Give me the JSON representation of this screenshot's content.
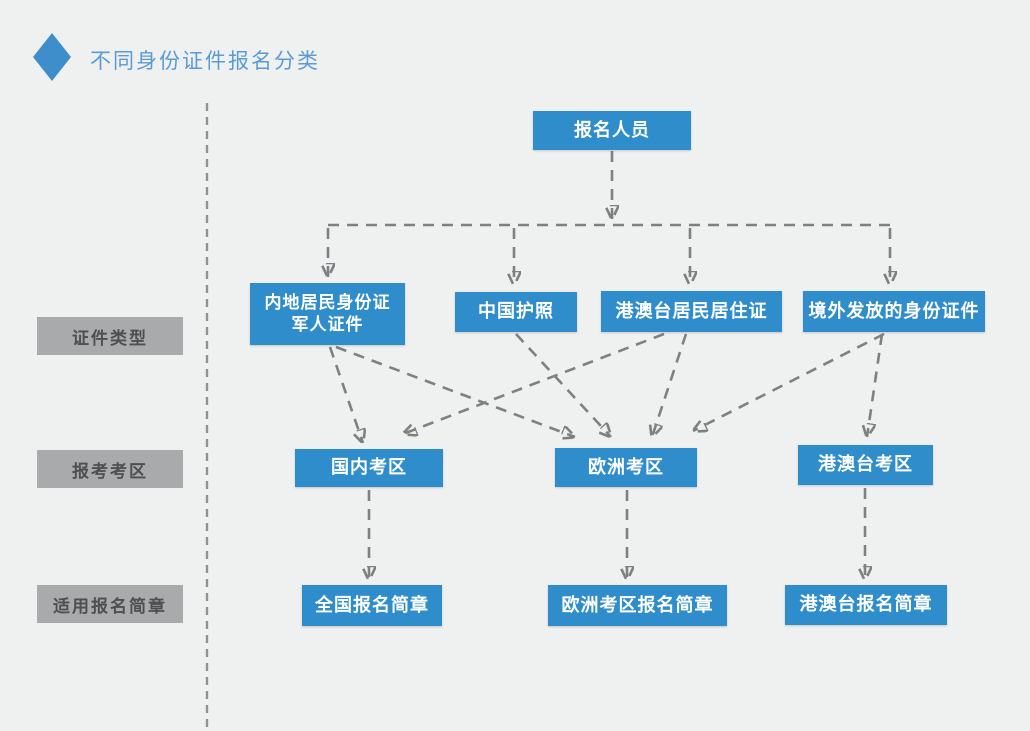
{
  "title": "不同身份证件报名分类",
  "colors": {
    "background": "#eff1f0",
    "node_blue": "#2f8dcc",
    "title_blue": "#5b9bd5",
    "category_gray": "#a9aaab",
    "connector_gray": "#7e8083"
  },
  "category_labels": {
    "certificate_type": "证件类型",
    "exam_zone": "报考考区",
    "applicable_guide": "适用报名简章"
  },
  "nodes": {
    "applicant": "报名人员",
    "mainland_id_line1": "内地居民身份证",
    "mainland_id_line2": "军人证件",
    "china_passport": "中国护照",
    "hmt_residence_permit": "港澳台居民居住证",
    "overseas_id": "境外发放的身份证件",
    "domestic_zone": "国内考区",
    "europe_zone": "欧洲考区",
    "hmt_zone": "港澳台考区",
    "national_guide": "全国报名简章",
    "europe_guide": "欧洲考区报名简章",
    "hmt_guide": "港澳台报名简章"
  },
  "edges": [
    {
      "from": "报名人员",
      "to": "内地居民身份证/军人证件"
    },
    {
      "from": "报名人员",
      "to": "中国护照"
    },
    {
      "from": "报名人员",
      "to": "港澳台居民居住证"
    },
    {
      "from": "报名人员",
      "to": "境外发放的身份证件"
    },
    {
      "from": "内地居民身份证/军人证件",
      "to": "国内考区"
    },
    {
      "from": "内地居民身份证/军人证件",
      "to": "欧洲考区"
    },
    {
      "from": "中国护照",
      "to": "欧洲考区"
    },
    {
      "from": "港澳台居民居住证",
      "to": "国内考区"
    },
    {
      "from": "港澳台居民居住证",
      "to": "欧洲考区"
    },
    {
      "from": "境外发放的身份证件",
      "to": "欧洲考区"
    },
    {
      "from": "境外发放的身份证件",
      "to": "港澳台考区"
    },
    {
      "from": "国内考区",
      "to": "全国报名简章"
    },
    {
      "from": "欧洲考区",
      "to": "欧洲考区报名简章"
    },
    {
      "from": "港澳台考区",
      "to": "港澳台报名简章"
    }
  ]
}
